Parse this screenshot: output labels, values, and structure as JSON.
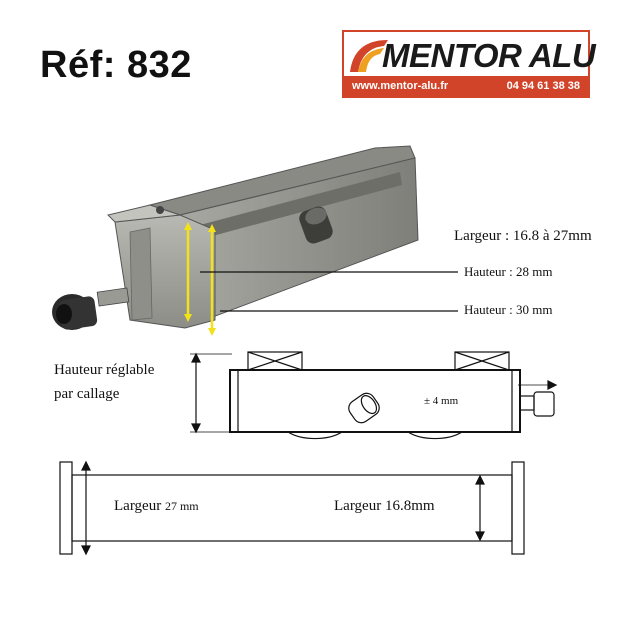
{
  "header": {
    "reference": "Réf: 832"
  },
  "logo": {
    "brand": "MENTOR ALU",
    "website": "www.mentor-alu.fr",
    "phone": "04 94 61 38 38",
    "colors": {
      "accent": "#d2442a",
      "accent2": "#f0a020"
    }
  },
  "photo_labels": {
    "largeur": "Largeur : 16.8 à 27mm",
    "hauteur_28": "Hauteur : 28 mm",
    "hauteur_30": "Hauteur :  30 mm"
  },
  "side_view": {
    "adjustable_line1": "Hauteur réglable",
    "adjustable_line2": "par callage",
    "adjust_value": "± 4 mm"
  },
  "top_view": {
    "width_max_label": "Largeur",
    "width_max_value": "27 mm",
    "width_min_label": "Largeur  16.8mm"
  },
  "colors": {
    "metal": "#9a9a94",
    "dimension_line": "#f2e21a"
  }
}
